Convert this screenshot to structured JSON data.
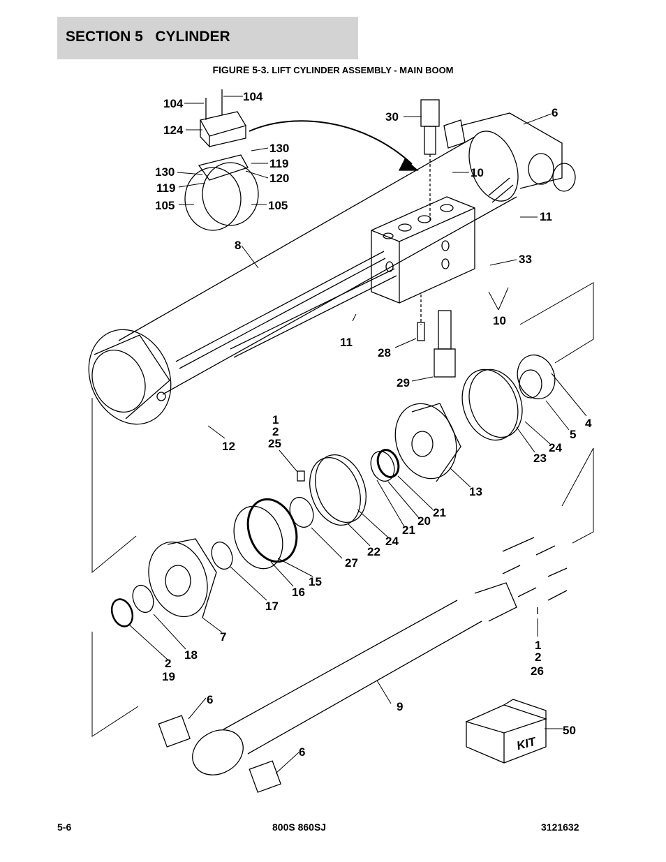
{
  "header": {
    "section": "SECTION 5",
    "title": "CYLINDER"
  },
  "figure": {
    "label": "FIGURE 5-3.",
    "title": "LIFT CYLINDER ASSEMBLY - MAIN BOOM"
  },
  "kit_label": "KIT",
  "callouts": [
    "104",
    "104",
    "124",
    "130",
    "119",
    "120",
    "130",
    "119",
    "105",
    "105",
    "30",
    "6",
    "10",
    "11",
    "8",
    "33",
    "10",
    "11",
    "28",
    "29",
    "4",
    "5",
    "12",
    "1",
    "2",
    "25",
    "24",
    "23",
    "13",
    "21",
    "20",
    "21",
    "24",
    "22",
    "27",
    "15",
    "16",
    "17",
    "7",
    "18",
    "2",
    "19",
    "1",
    "2",
    "26",
    "9",
    "6",
    "6",
    "50"
  ],
  "footer": {
    "page": "5-6",
    "model": "800S 860SJ",
    "doc": "3121632"
  }
}
